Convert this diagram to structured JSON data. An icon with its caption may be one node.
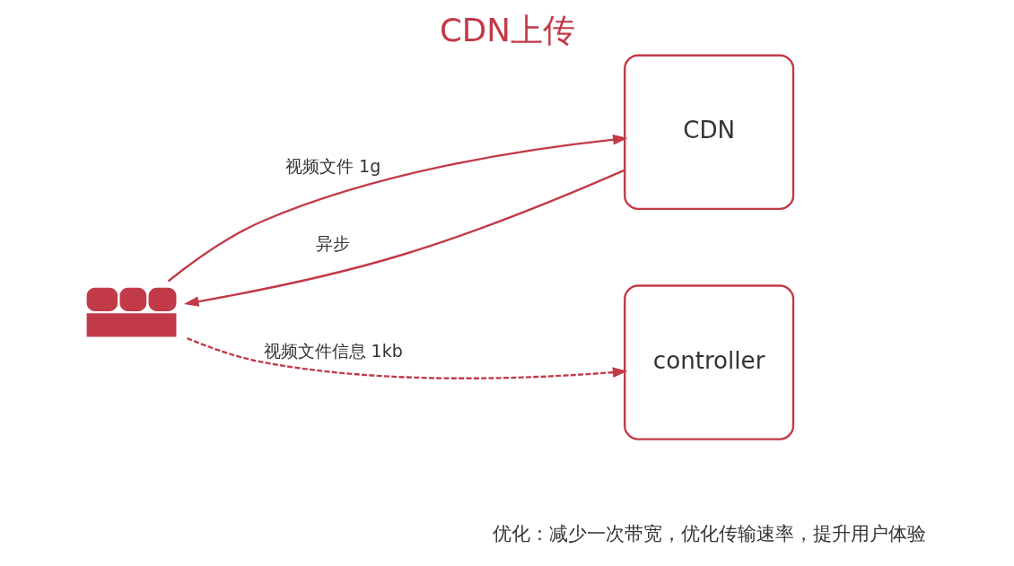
{
  "diagram": {
    "title": "CDN上传",
    "caption": "优化：减少一次带宽，优化传输速率，提升用户体验",
    "nodes": [
      {
        "text": [],
        "shape": "person"
      },
      {
        "text": [
          "CDN"
        ]
      },
      {
        "text": [
          "controller"
        ]
      }
    ],
    "edges": [
      {
        "from": 1,
        "to": 0,
        "arrow": "to",
        "label": "异步"
      },
      {
        "from": 0,
        "to": 1,
        "arrow": "to",
        "label": "视频文件 1g"
      },
      {
        "from": 0,
        "to": 2,
        "arrow": "to",
        "label": "视频文件信息 1kb",
        "style": "dashed"
      }
    ]
  }
}
